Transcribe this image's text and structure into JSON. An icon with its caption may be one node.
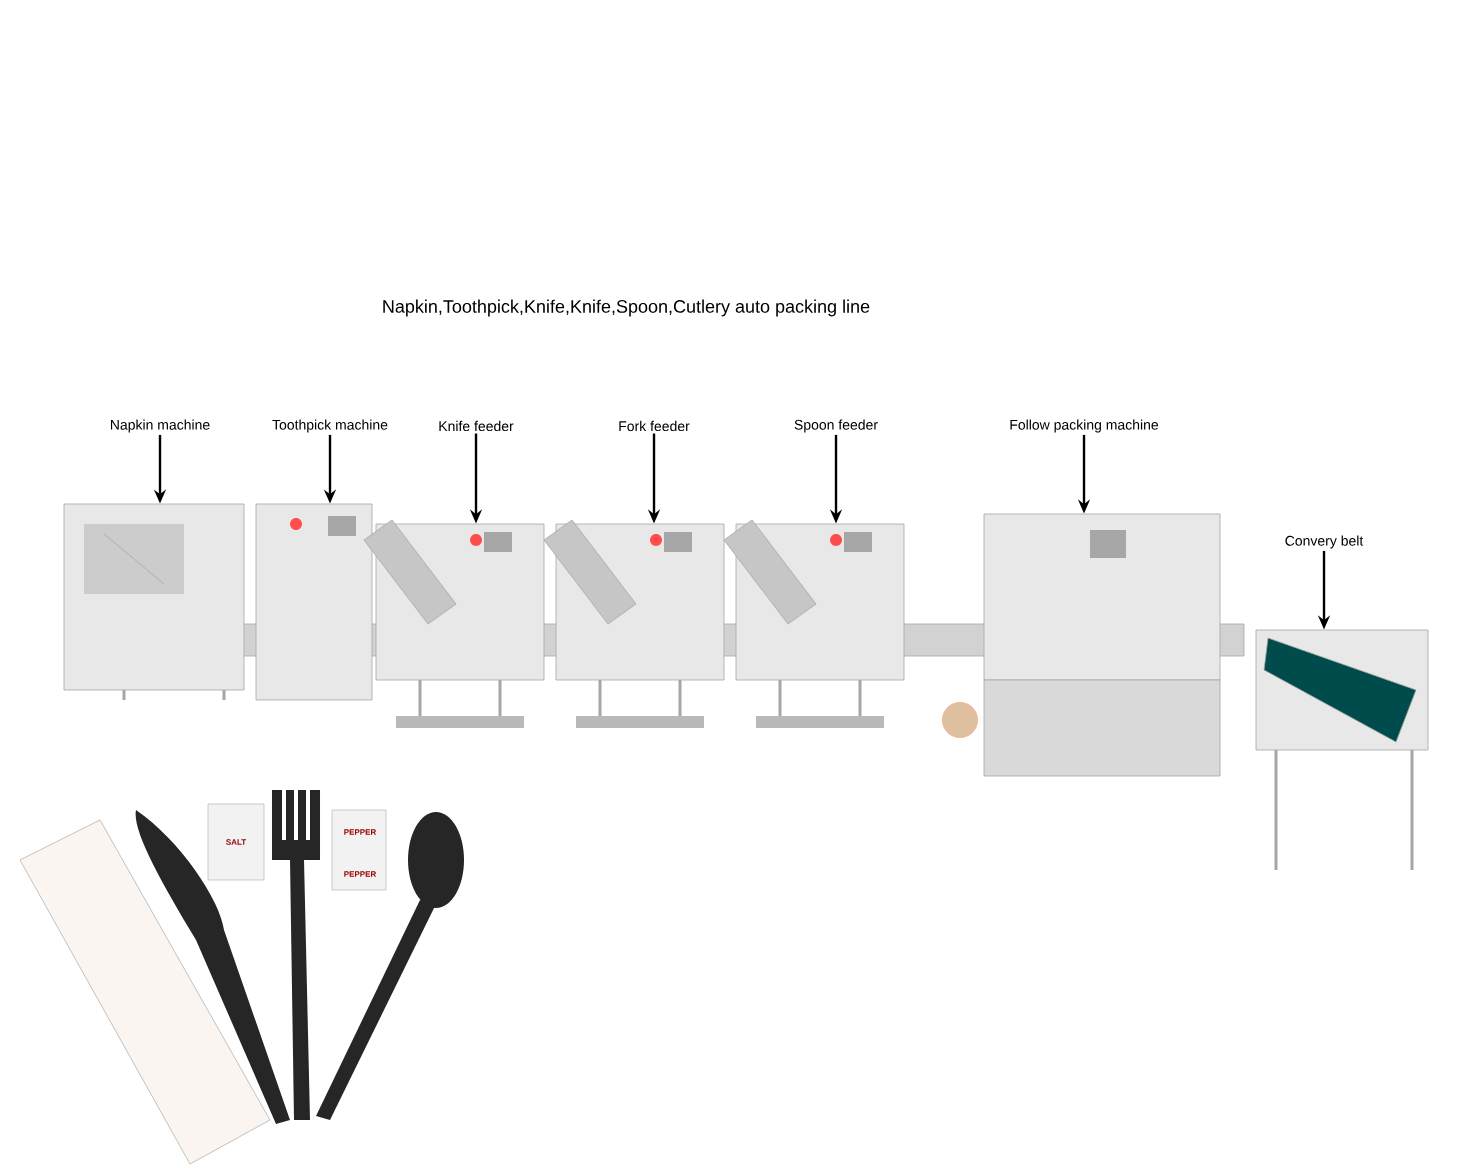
{
  "diagram": {
    "title": "Napkin,Toothpick,Knife,Knife,Spoon,Cutlery auto packing line",
    "nodes": [
      {
        "text": [
          "Napkin machine"
        ]
      },
      {
        "text": [
          "Toothpick machine"
        ]
      },
      {
        "text": [
          "Knife feeder"
        ]
      },
      {
        "text": [
          "Fork feeder"
        ]
      },
      {
        "text": [
          "Spoon feeder"
        ]
      },
      {
        "text": [
          "Follow packing machine"
        ]
      },
      {
        "text": [
          "Convery belt"
        ]
      },
      {
        "text": [],
        "shape": "picture"
      },
      {
        "text": [],
        "shape": "picture"
      },
      {
        "text": [],
        "shape": "picture"
      },
      {
        "text": [],
        "shape": "picture"
      },
      {
        "text": [],
        "shape": "picture"
      },
      {
        "text": [],
        "shape": "picture"
      },
      {
        "text": [],
        "shape": "picture"
      }
    ],
    "edges": [
      {
        "from": 0,
        "to": 7,
        "arrow": "to"
      },
      {
        "from": 1,
        "to": 8,
        "arrow": "to"
      },
      {
        "from": 2,
        "to": 9,
        "arrow": "to"
      },
      {
        "from": 3,
        "to": 10,
        "arrow": "to"
      },
      {
        "from": 4,
        "to": 11,
        "arrow": "to"
      },
      {
        "from": 5,
        "to": 12,
        "arrow": "to"
      },
      {
        "from": 6,
        "to": 13,
        "arrow": "to"
      }
    ],
    "labels": [
      "SALT",
      "PEPPER",
      "PEPPER"
    ]
  }
}
